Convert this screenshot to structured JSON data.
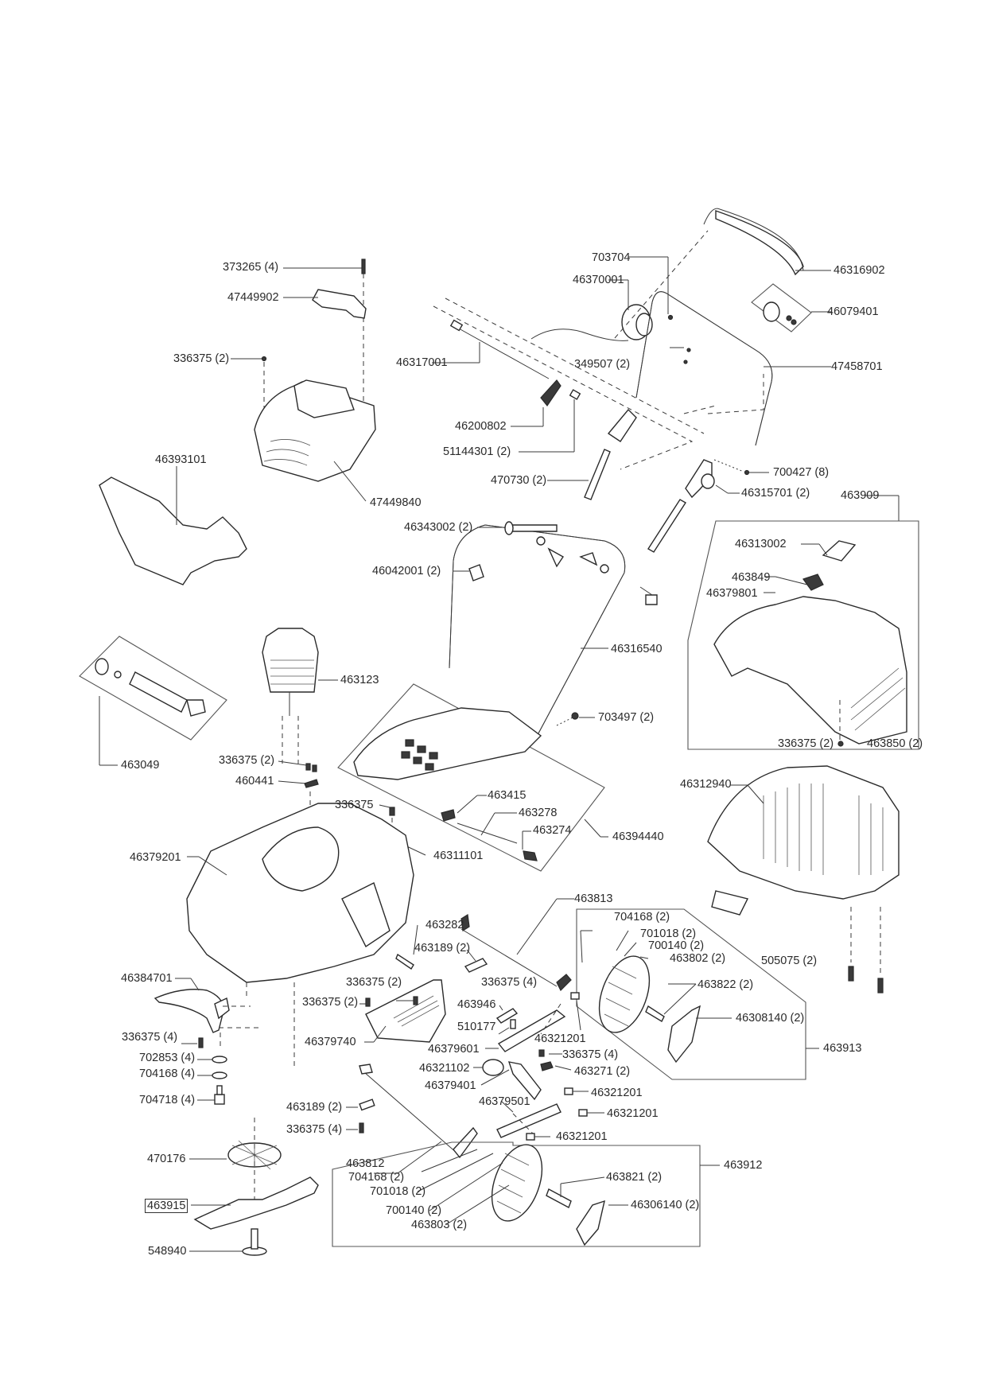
{
  "diagram": {
    "type": "exploded-parts-view",
    "subject": "lawn mower",
    "labels": {
      "l373265": "373265 (4)",
      "l47449902": "47449902",
      "l336375_a": "336375 (2)",
      "l47449840": "47449840",
      "l46393101": "46393101",
      "l703704": "703704",
      "l46370001": "46370001",
      "l46316902": "46316902",
      "l46079401": "46079401",
      "l46317001": "46317001",
      "l349507": "349507 (2)",
      "l47458701": "47458701",
      "l46200802": "46200802",
      "l51144301": "51144301 (2)",
      "l470730": "470730 (2)",
      "l700427": "700427 (8)",
      "l46315701": "46315701 (2)",
      "l463909": "463909",
      "l46343002": "46343002 (2)",
      "l46042001": "46042001 (2)",
      "l46313002": "46313002",
      "l463849": "463849",
      "l46379801": "46379801",
      "l46316540": "46316540",
      "l463123": "463123",
      "l703497": "703497 (2)",
      "l336375_b": "336375 (2)",
      "l463850": "463850 (2)",
      "l463049": "463049",
      "l336375_c": "336375 (2)",
      "l460441": "460441",
      "l336375_d": "336375",
      "l463415": "463415",
      "l463278": "463278",
      "l463274": "463274",
      "l46394440": "46394440",
      "l46311101": "46311101",
      "l46312940": "46312940",
      "l46379201": "46379201",
      "l463813": "463813",
      "l463282": "463282",
      "l704168_a": "704168 (2)",
      "l701018_a": "701018 (2)",
      "l700140_a": "700140 (2)",
      "l463802": "463802 (2)",
      "l463189_a": "463189 (2)",
      "l505075": "505075 (2)",
      "l46384701": "46384701",
      "l336375_e": "336375 (2)",
      "l336375_f": "336375 (4)",
      "l463822": "463822 (2)",
      "l336375_g": "336375 (2)",
      "l463946": "463946",
      "l46308140": "46308140 (2)",
      "l510177": "510177",
      "l336375_h": "336375 (4)",
      "l46379740": "46379740",
      "l46379601": "46379601",
      "l46321201_a": "46321201",
      "l336375_i": "336375 (4)",
      "l463913": "463913",
      "l702853": "702853 (4)",
      "l46321102": "46321102",
      "l463271": "463271 (2)",
      "l704168_b": "704168 (4)",
      "l46379401": "46379401",
      "l46321201_b": "46321201",
      "l704718": "704718 (4)",
      "l46379501": "46379501",
      "l46321201_c": "46321201",
      "l463189_b": "463189 (2)",
      "l336375_j": "336375 (4)",
      "l46321201_d": "46321201",
      "l470176": "470176",
      "l463812": "463812",
      "l463912": "463912",
      "l704168_c": "704168 (2)",
      "l463821": "463821 (2)",
      "l701018_b": "701018 (2)",
      "l463915": "463915",
      "l700140_b": "700140 (2)",
      "l46306140": "46306140 (2)",
      "l463803": "463803 (2)",
      "l548940": "548940"
    }
  }
}
